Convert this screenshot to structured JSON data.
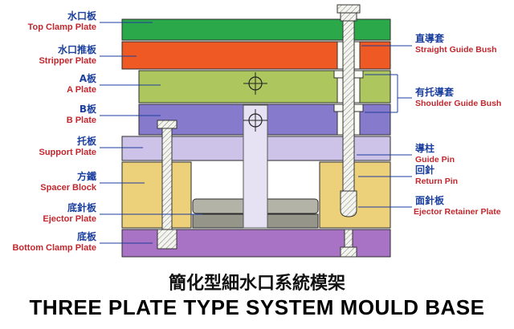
{
  "diagram": {
    "title_zh": "簡化型細水口系統模架",
    "title_en": "THREE PLATE TYPE SYSTEM MOULD BASE",
    "left_labels": [
      {
        "zh": "水口板",
        "en": "Top Clamp Plate"
      },
      {
        "zh": "水口推板",
        "en": "Stripper Plate"
      },
      {
        "zh": "A板",
        "en": "A Plate"
      },
      {
        "zh": "B板",
        "en": "B Plate"
      },
      {
        "zh": "托板",
        "en": "Support Plate"
      },
      {
        "zh": "方鐵",
        "en": "Spacer Block"
      },
      {
        "zh": "底針板",
        "en": "Ejector Plate"
      },
      {
        "zh": "底板",
        "en": "Bottom Clamp Plate"
      }
    ],
    "right_labels": [
      {
        "zh": "直導套",
        "en": "Straight Guide Bush"
      },
      {
        "zh": "有托導套",
        "en": "Shoulder Guide Bush"
      },
      {
        "zh": "導柱",
        "en": "Guide Pin"
      },
      {
        "zh": "回針",
        "en": "Return Pin"
      },
      {
        "zh": "面針板",
        "en": "Ejector Retainer Plate"
      }
    ],
    "colors": {
      "top_clamp_plate": "#2ba84a",
      "stripper_plate": "#ef5a24",
      "a_plate": "#adc75e",
      "b_plate": "#867acd",
      "support_plate": "#cdc3e9",
      "spacer_block": "#edd07a",
      "ejector_retainer_plate": "#b3b3a8",
      "ejector_plate": "#95958a",
      "bottom_clamp_plate": "#a873c4",
      "support_pillar": "#e6e2f4",
      "label_zh": "#1b3f9e",
      "label_en": "#c1272d",
      "leader_line": "#1d3d9c"
    }
  }
}
